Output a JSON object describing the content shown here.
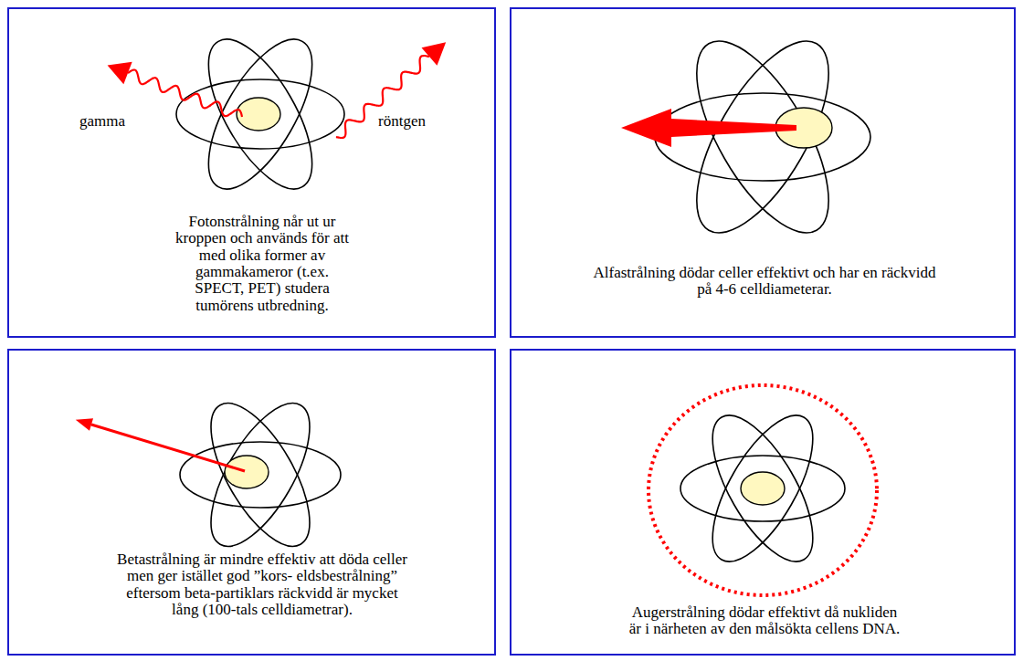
{
  "diagram": {
    "nodes": [
      {
        "text": [
          "gamma",
          "röntgen",
          "Fotonstrålning når ut ur kroppen och används för att med olika former av gammakameror (t.ex. SPECT, PET) studera tumörens utbredning."
        ]
      },
      {
        "text": [
          "Alfastrålning dödar celler effektivt och har en räckvidd på 4-6 celldiameterar."
        ]
      },
      {
        "text": [
          "Betastrålning är mindre effektiv att döda celler men ger istället god ”kors- eldsbestrålning” eftersom beta-partiklars räckvidd är mycket lång (100-tals celldiametrar)."
        ]
      },
      {
        "text": [
          "Augerstrålning dödar effektivt då nukliden är i närheten av den målsökta cellens DNA."
        ]
      }
    ]
  }
}
